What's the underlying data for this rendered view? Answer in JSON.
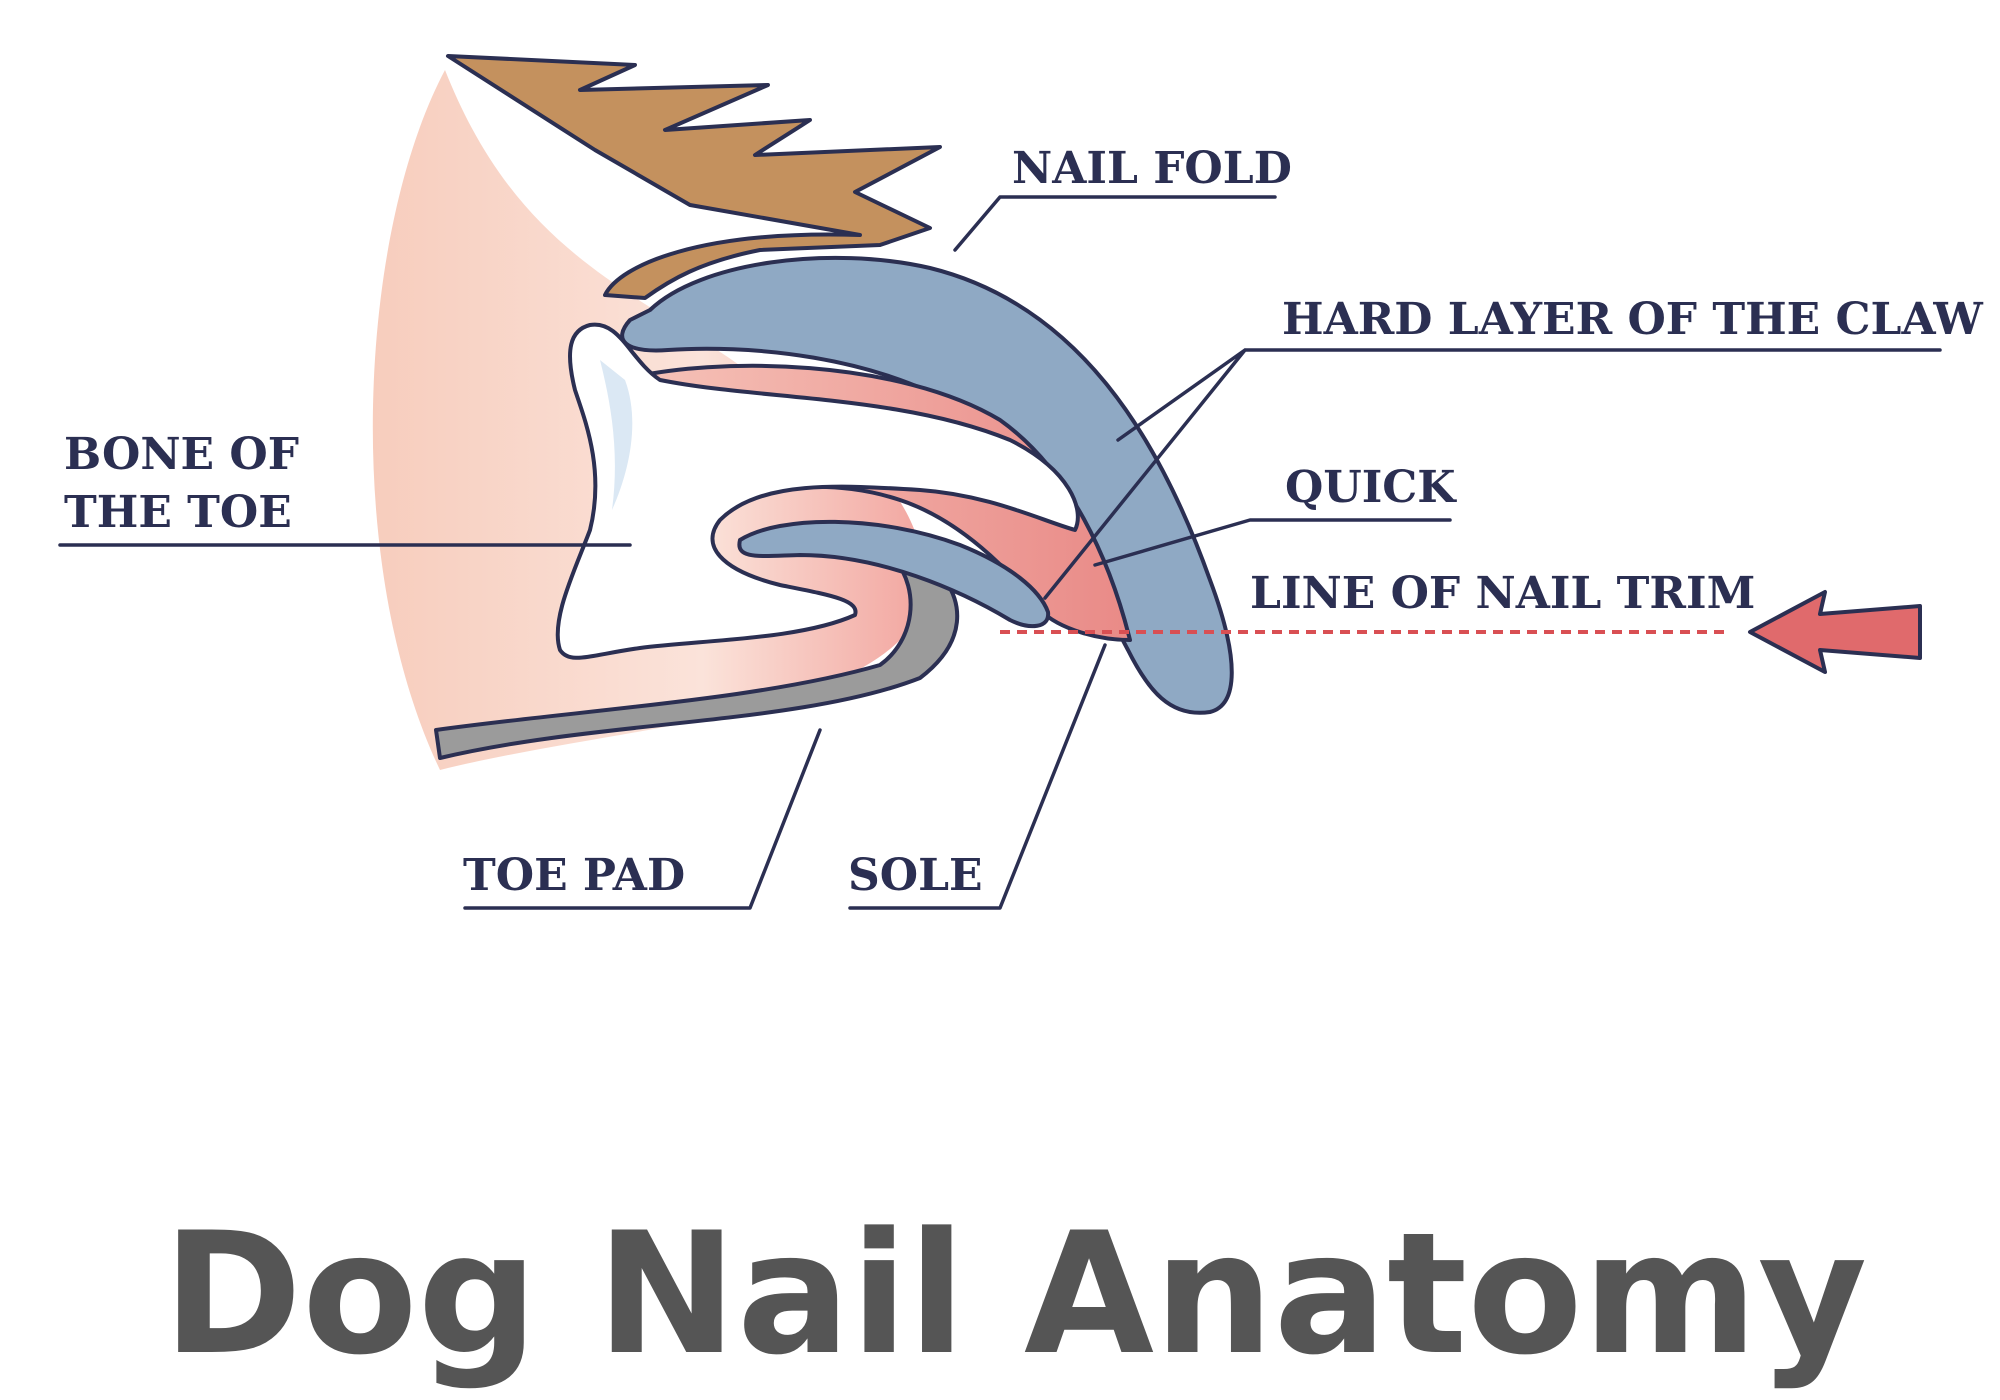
{
  "title": "Dog Nail Anatomy",
  "labels": {
    "nail_fold": "NAIL FOLD",
    "hard_layer": "HARD LAYER OF THE CLAW",
    "quick": "QUICK",
    "line_of_trim": "LINE OF NAIL TRIM",
    "bone_line1": "BONE OF",
    "bone_line2": "THE TOE",
    "toe_pad": "TOE PAD",
    "sole": "SOLE"
  },
  "colors": {
    "outline": "#2b2f52",
    "skin": "#f6cbbf",
    "fur": "#c4915e",
    "claw": "#8fa9c4",
    "quick": "#ec9590",
    "bone": "#ffffff",
    "pad": "#9b9b9b",
    "trim_line": "#d94f53",
    "arrow": "#e06a6c",
    "title": "#555555"
  }
}
